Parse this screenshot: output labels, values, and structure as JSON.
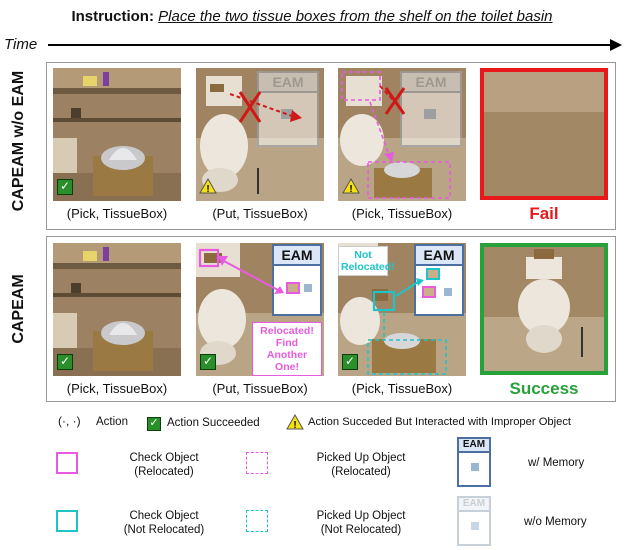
{
  "instruction": {
    "label": "Instruction:",
    "text": "Place the two tissue boxes from the shelf on the toilet basin"
  },
  "time_label": "Time",
  "rows": {
    "top": {
      "label": "CAPEAM w/o EAM",
      "captions": [
        "(Pick, TissueBox)",
        "(Put, TissueBox)",
        "(Pick, TissueBox)"
      ],
      "result": "Fail",
      "eam_label": "EAM"
    },
    "bottom": {
      "label": "CAPEAM",
      "captions": [
        "(Pick, TissueBox)",
        "(Put, TissueBox)",
        "(Pick, TissueBox)"
      ],
      "result": "Success",
      "eam_label": "EAM",
      "note_relocated": "Relocated! Find Another One!",
      "note_not_relocated": "Not Relocated!"
    }
  },
  "legend": {
    "action_symbol": "(·, ·)",
    "action": "Action",
    "action_succeeded": "Action Succeeded",
    "action_improper": "Action Succeded But Interacted with Improper Object",
    "check_relocated_1": "Check Object",
    "check_relocated_2": "(Relocated)",
    "picked_relocated_1": "Picked Up Object",
    "picked_relocated_2": "(Relocated)",
    "check_not_relocated_1": "Check Object",
    "check_not_relocated_2": "(Not Relocated)",
    "picked_not_relocated_1": "Picked Up Object",
    "picked_not_relocated_2": "(Not Relocated)",
    "with_memory": "w/ Memory",
    "without_memory": "w/o Memory",
    "eam_label": "EAM"
  },
  "colors": {
    "fail": "#e8191b",
    "success": "#27a13a",
    "relocated": "#e85be0",
    "not_relocated": "#1ec4c8",
    "eam_border": "#4a6fa0"
  }
}
